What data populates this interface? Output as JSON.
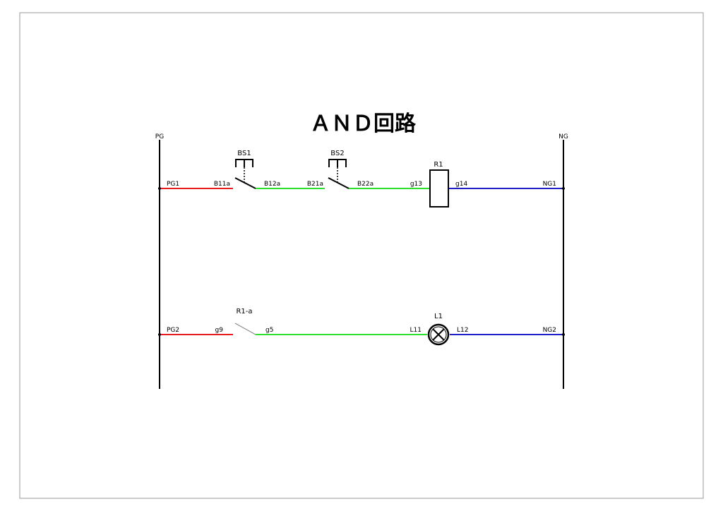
{
  "title": "ＡＮＤ回路",
  "rails": {
    "left": "PG",
    "right": "NG"
  },
  "rung1": {
    "pg": "PG1",
    "bs1": {
      "name": "BS1",
      "left": "B11a",
      "right": "B12a"
    },
    "bs2": {
      "name": "BS2",
      "left": "B21a",
      "right": "B22a"
    },
    "relay": {
      "name": "R1",
      "left": "g13",
      "right": "g14"
    },
    "ng": "NG1"
  },
  "rung2": {
    "pg": "PG2",
    "contact": {
      "name": "R1-a",
      "left": "g9",
      "right": "g5"
    },
    "lamp": {
      "name": "L1",
      "left": "L11",
      "right": "L12"
    },
    "ng": "NG2"
  },
  "colors": {
    "positive": "#e81c1c",
    "middle": "#2ee02e",
    "negative": "#1f1fc8",
    "stroke": "#000000",
    "contact_open": "#888888"
  }
}
